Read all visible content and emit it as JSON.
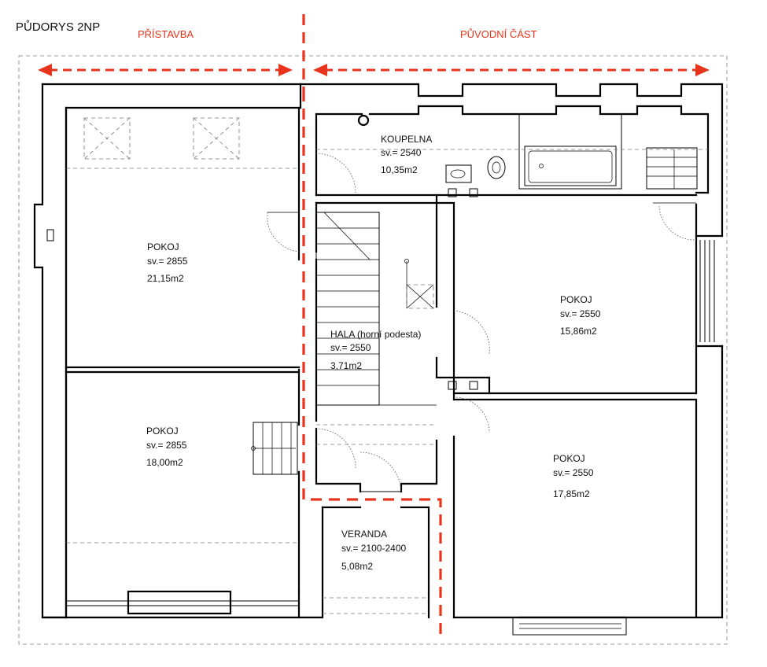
{
  "title": "PŮDORYS 2NP",
  "sections": {
    "extension": "PŘÍSTAVBA",
    "original": "PŮVODNÍ ČÁST"
  },
  "rooms": [
    {
      "id": "pokoj-nw",
      "name": "POKOJ",
      "height": "sv.= 2855",
      "area": "21,15m2"
    },
    {
      "id": "pokoj-sw",
      "name": "POKOJ",
      "height": "sv.= 2855",
      "area": "18,00m2"
    },
    {
      "id": "koupelna",
      "name": "KOUPELNA",
      "height": "sv.= 2540",
      "area": "10,35m2"
    },
    {
      "id": "hala",
      "name": "HALA (horní podesta)",
      "height": "sv.= 2550",
      "area": "3,71m2"
    },
    {
      "id": "pokoj-ne",
      "name": "POKOJ",
      "height": "sv.= 2550",
      "area": "15,86m2"
    },
    {
      "id": "pokoj-se",
      "name": "POKOJ",
      "height": "sv.= 2550",
      "area": "17,85m2"
    },
    {
      "id": "veranda",
      "name": "VERANDA",
      "height": "sv.= 2100-2400",
      "area": "5,08m2"
    }
  ],
  "colors": {
    "accent": "#e8341c",
    "wall": "#000000"
  }
}
